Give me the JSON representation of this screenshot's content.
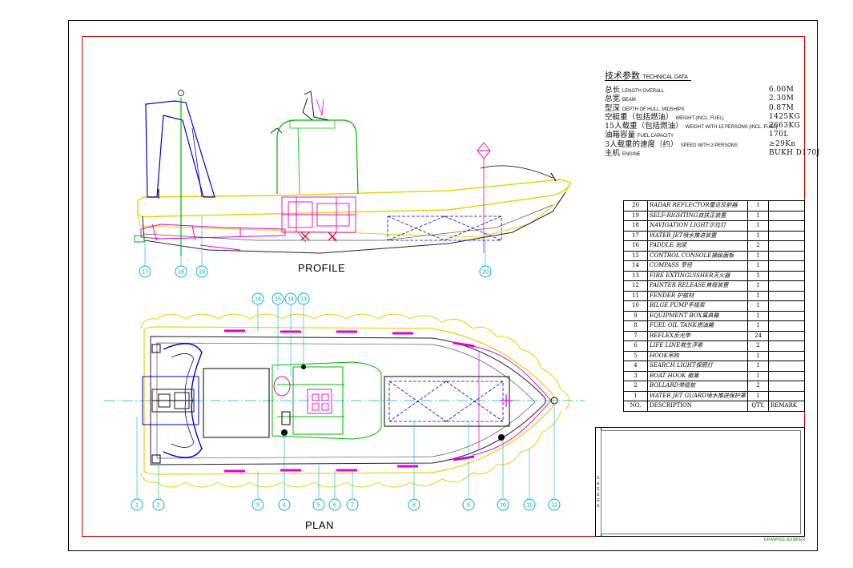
{
  "tech": {
    "title_cn": "技术参数",
    "title_en": "TECHNICAL DATA",
    "rows": [
      {
        "cn": "总长",
        "en": "LENGTH OVERALL",
        "value": "6.00M"
      },
      {
        "cn": "总宽",
        "en": "BEAM",
        "value": "2.30M"
      },
      {
        "cn": "型深",
        "en": "DEPTH OF HULL, MIDSHIPS",
        "value": "0.87M"
      },
      {
        "cn": "空艇重（包括燃油）",
        "en": "WEIGHT (INCL. FUEL)",
        "value": "1425KG"
      },
      {
        "cn": "15人载重（包括燃油）",
        "en": "WEIGHT WITH 15 PERSONS (INCL. FUEL)",
        "value": "2663KG"
      },
      {
        "cn": "油箱容量",
        "en": "FUEL CAPACITY",
        "value": "170L"
      },
      {
        "cn": "3人载重的速度（约）",
        "en": "SPEED WITH 3 PERSONS",
        "value": "≥29Kn"
      },
      {
        "cn": "主机",
        "en": "ENGINE",
        "value": "BUKH D170J"
      }
    ]
  },
  "parts": {
    "header": {
      "no": "NO.",
      "desc": "DESCRIPTION",
      "qty": "QTY.",
      "remark": "REMARK"
    },
    "rows": [
      {
        "no": "20",
        "desc": "RADAR REFLECTOR雷达反射器",
        "qty": "1"
      },
      {
        "no": "19",
        "desc": "SELF-RIGHTING自扶正装置",
        "qty": "1"
      },
      {
        "no": "18",
        "desc": "NAVIGATION LIGHT示位灯",
        "qty": "1"
      },
      {
        "no": "17",
        "desc": "WATER JET喷水推进装置",
        "qty": "1"
      },
      {
        "no": "16",
        "desc": "PADDLE 划浆",
        "qty": "2"
      },
      {
        "no": "15",
        "desc": "CONTROL CONSOLE操纵面板",
        "qty": "1"
      },
      {
        "no": "14",
        "desc": "COMPASS 罗径",
        "qty": "1"
      },
      {
        "no": "13",
        "desc": "FIRE EXTINGUISHER灭火器",
        "qty": "1"
      },
      {
        "no": "12",
        "desc": "PAINTER RELEASE首缆装置",
        "qty": "1"
      },
      {
        "no": "11",
        "desc": "FENDER 护舷材",
        "qty": "1"
      },
      {
        "no": "10",
        "desc": "BILGE PUMP手摇泵",
        "qty": "1"
      },
      {
        "no": "9",
        "desc": "EQUIPMENT BOX属具箱",
        "qty": "1"
      },
      {
        "no": "8",
        "desc": "FUEL OIL TANK燃油箱",
        "qty": "1"
      },
      {
        "no": "7",
        "desc": "REFLEX反光带",
        "qty": "24"
      },
      {
        "no": "6",
        "desc": "LIFE LINE救生浮索",
        "qty": "2"
      },
      {
        "no": "5",
        "desc": "HOOK吊钩",
        "qty": "1"
      },
      {
        "no": "4",
        "desc": "SEARCH LIGHT探照灯",
        "qty": "1"
      },
      {
        "no": "3",
        "desc": "BOAT HOOK 艇篙",
        "qty": "1"
      },
      {
        "no": "2",
        "desc": "BOLLARD带缆桩",
        "qty": "2"
      },
      {
        "no": "1",
        "desc": "WATER JET GUARD喷水推进保护罩",
        "qty": "1"
      }
    ]
  },
  "captions": {
    "profile": "PROFILE",
    "plan": "PLAN"
  },
  "profile_callouts": [
    "17",
    "18",
    "19",
    "20"
  ],
  "plan_top_callouts": [
    "16",
    "15",
    "14",
    "13"
  ],
  "plan_bottom_callouts": [
    "1",
    "2",
    "3",
    "4",
    "5",
    "6",
    "7",
    "8",
    "9",
    "10",
    "11",
    "12"
  ],
  "title_block_marks": "E\nE\nE\nE\nE\nE",
  "drawing_no": "DRAWING NUMBER",
  "colors": {
    "frame": "#000000",
    "border": "#d40000",
    "hull": "#e8d000",
    "structure": "#0000c8",
    "console": "#00b400",
    "machinery": "#e000d0",
    "callout": "#00b4d0",
    "centerline": "#00b4d0"
  }
}
